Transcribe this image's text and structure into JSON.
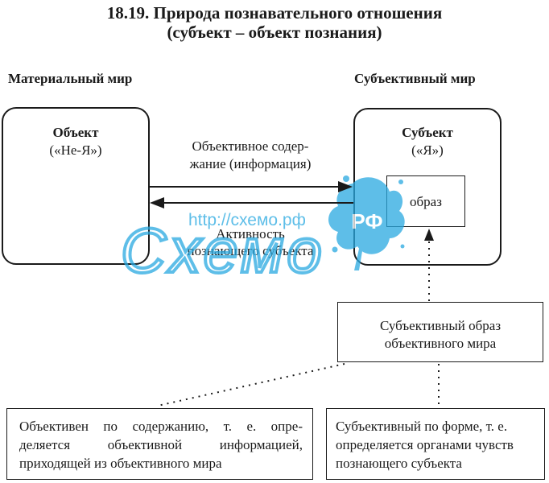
{
  "title": {
    "line1": "18.19. Природа познавательного отношения",
    "line2": "(субъект – объект познания)"
  },
  "worlds": {
    "material": "Материальный мир",
    "subjective": "Субъективный мир"
  },
  "object_box": {
    "title": "Объект",
    "subtitle": "(«Не-Я»)"
  },
  "subject_box": {
    "title": "Субъект",
    "subtitle": "(«Я»)",
    "image_label": "образ"
  },
  "arrows": {
    "top_label_1": "Объективное содер-",
    "top_label_2": "жание (информация)",
    "bottom_label_1": "Активность",
    "bottom_label_2": "познающего субъекта"
  },
  "subjective_image_box": {
    "line1": "Субъективный образ",
    "line2": "объективного мира"
  },
  "bottom_left_box": {
    "line1": "Объективен по содержанию, т. е. опре-",
    "line2": "деляется объективной информацией,",
    "line3": "приходящей из объективного мира"
  },
  "bottom_right_box": {
    "line1": "Субъективный по форме, т. е.",
    "line2": "определяется органами чувств",
    "line3": "познающего субъекта"
  },
  "watermark": {
    "url": "http://схемо.рф",
    "word": "Схемо",
    "suffix": "РФ",
    "color": "#29a9e1"
  }
}
